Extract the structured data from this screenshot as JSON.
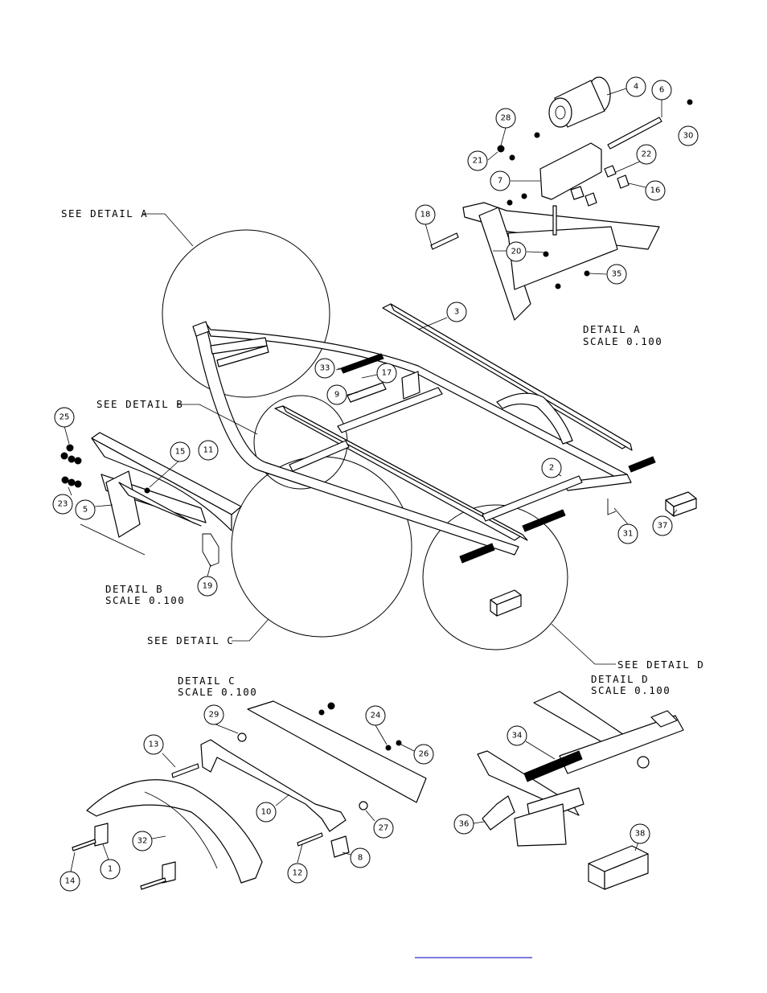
{
  "labels": {
    "see_a": "SEE DETAIL  A",
    "see_b": "SEE DETAIL  B",
    "see_c": "SEE DETAIL  C",
    "see_d": "SEE DETAIL  D",
    "detail_a": "DETAIL  A",
    "scale_a": "SCALE  0.100",
    "detail_b": "DETAIL  B",
    "scale_b": "SCALE  0.100",
    "detail_c": "DETAIL  C",
    "scale_c": "SCALE  0.100",
    "detail_d": "DETAIL  D",
    "scale_d": "SCALE  0.100"
  },
  "callouts": [
    "1",
    "2",
    "3",
    "4",
    "5",
    "6",
    "7",
    "8",
    "9",
    "10",
    "11",
    "12",
    "13",
    "14",
    "15",
    "16",
    "17",
    "18",
    "19",
    "20",
    "21",
    "22",
    "23",
    "24",
    "25",
    "26",
    "27",
    "28",
    "29",
    "30",
    "31",
    "32",
    "33",
    "34",
    "35",
    "36",
    "37",
    "38"
  ]
}
